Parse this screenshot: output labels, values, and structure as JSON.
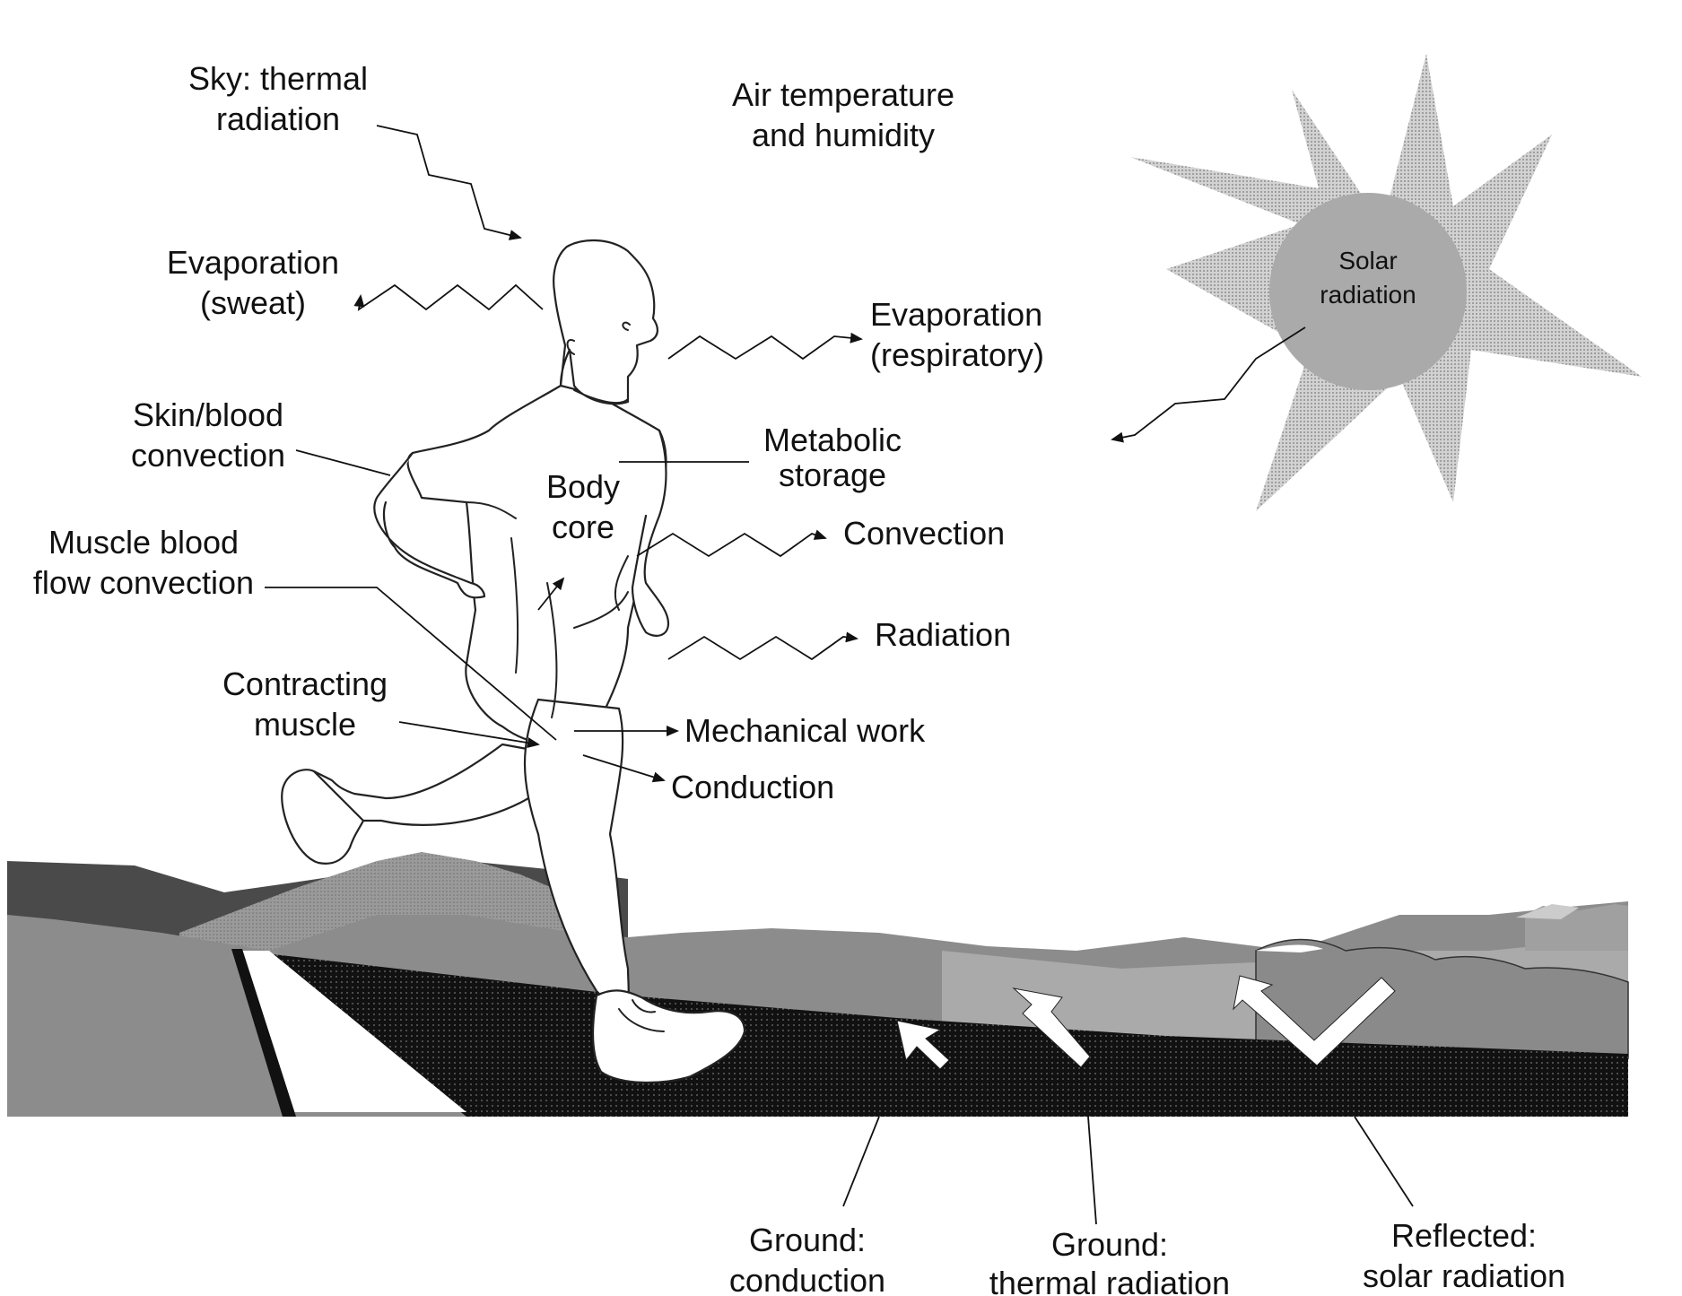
{
  "diagram": {
    "labels": {
      "sky_thermal": [
        "Sky: thermal",
        "radiation"
      ],
      "air": [
        "Air temperature",
        "and humidity"
      ],
      "solar": [
        "Solar",
        "radiation"
      ],
      "evap_sweat": [
        "Evaporation",
        "(sweat)"
      ],
      "evap_resp": [
        "Evaporation",
        "(respiratory)"
      ],
      "skin_blood": [
        "Skin/blood",
        "convection"
      ],
      "metabolic": [
        "Metabolic",
        "storage"
      ],
      "body_core": [
        "Body",
        "core"
      ],
      "muscle_blood": [
        "Muscle blood",
        "flow convection"
      ],
      "convection": "Convection",
      "radiation": "Radiation",
      "contracting": [
        "Contracting",
        "muscle"
      ],
      "mech_work": "Mechanical work",
      "conduction": "Conduction",
      "ground_cond": [
        "Ground:",
        "conduction"
      ],
      "ground_thermal": [
        "Ground:",
        "thermal radiation"
      ],
      "reflected": [
        "Reflected:",
        "solar radiation"
      ]
    },
    "colors": {
      "sun": "#b8b8b8",
      "hills_dark": "#4a4a4a",
      "hills_mid": "#8a8a8a",
      "hills_light": "#a8a8a8",
      "ground": "#111111",
      "arrows_ground": "#ffffff"
    },
    "icons": {
      "sun": "sun-icon",
      "runner": "runner-figure",
      "terrain": "terrain-landscape"
    }
  }
}
